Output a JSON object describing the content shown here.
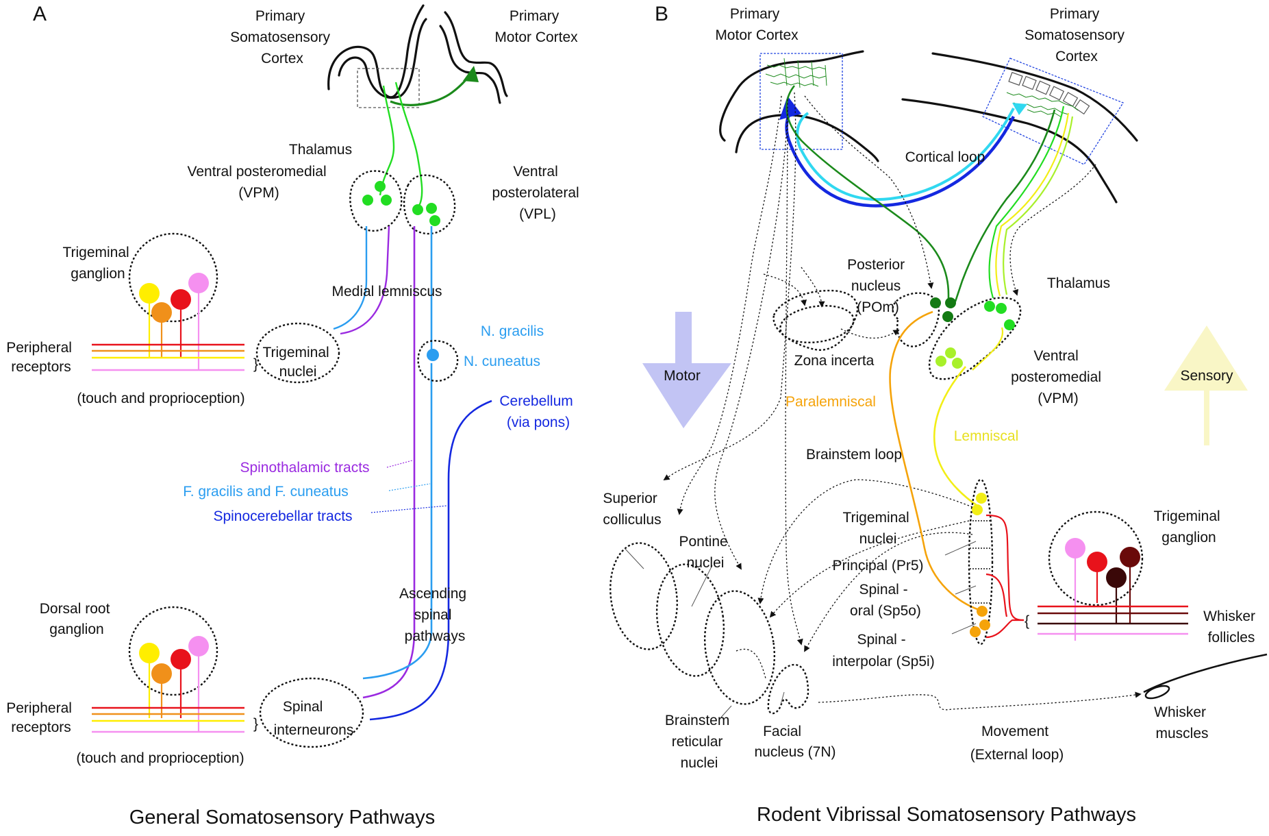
{
  "panel_a": {
    "letter": "A",
    "caption": "General Somatosensory Pathways",
    "primary_somatosensory_cortex": [
      "Primary",
      "Somatosensory",
      "Cortex"
    ],
    "primary_motor_cortex": [
      "Primary",
      "Motor Cortex"
    ],
    "thalamus": "Thalamus",
    "vpm": [
      "Ventral posteromedial",
      "(VPM)"
    ],
    "vpl": [
      "Ventral",
      "posterolateral",
      "(VPL)"
    ],
    "trigeminal_ganglion": [
      "Trigeminal",
      "ganglion"
    ],
    "medial_lemniscus": "Medial lemniscus",
    "peripheral_receptors_1": [
      "Peripheral",
      "receptors"
    ],
    "trigeminal_nuclei": [
      "Trigeminal",
      "nuclei"
    ],
    "n_gracilis": "N. gracilis",
    "n_cuneatus": "N. cuneatus",
    "touch_1": "(touch and proprioception)",
    "cerebellum": [
      "Cerebellum",
      "(via pons)"
    ],
    "spinothalamic": "Spinothalamic tracts",
    "f_gracilis": "F. gracilis and F. cuneatus",
    "spinocerebellar": "Spinocerebellar tracts",
    "ascending": [
      "Ascending",
      "spinal",
      "pathways"
    ],
    "dorsal_root_ganglion": [
      "Dorsal root",
      "ganglion"
    ],
    "peripheral_receptors_2": [
      "Peripheral",
      "receptors"
    ],
    "spinal_interneurons": [
      "Spinal",
      "interneurons"
    ],
    "touch_2": "(touch and proprioception)"
  },
  "panel_b": {
    "letter": "B",
    "caption": "Rodent Vibrissal Somatosensory Pathways",
    "primary_motor_cortex": [
      "Primary",
      "Motor Cortex"
    ],
    "primary_somatosensory_cortex": [
      "Primary",
      "Somatosensory",
      "Cortex"
    ],
    "cortical_loop": "Cortical loop",
    "posterior_nucleus": [
      "Posterior",
      "nucleus",
      "(POm)"
    ],
    "thalamus": "Thalamus",
    "motor": "Motor",
    "sensory": "Sensory",
    "zona_incerta": "Zona incerta",
    "vpm": [
      "Ventral",
      "posteromedial",
      "(VPM)"
    ],
    "paralemniscal": "Paralemniscal",
    "lemniscal": "Lemniscal",
    "brainstem_loop": "Brainstem loop",
    "superior_colliculus": [
      "Superior",
      "colliculus"
    ],
    "trigeminal_nuclei": [
      "Trigeminal",
      "nuclei"
    ],
    "principal": "Principal (Pr5)",
    "spinal_oral": [
      "Spinal -",
      "oral (Sp5o)"
    ],
    "spinal_interpolar": [
      "Spinal -",
      "interpolar (Sp5i)"
    ],
    "pontine_nuclei": [
      "Pontine",
      "nuclei"
    ],
    "trigeminal_ganglion": [
      "Trigeminal",
      "ganglion"
    ],
    "whisker_follicles": [
      "Whisker",
      "follicles"
    ],
    "brainstem_reticular": [
      "Brainstem",
      "reticular",
      "nuclei"
    ],
    "facial_nucleus": [
      "Facial",
      "nucleus (7N)"
    ],
    "movement": [
      "Movement",
      "(External loop)"
    ],
    "whisker_muscles": [
      "Whisker",
      "muscles"
    ]
  },
  "colors": {
    "yellow": "#ffee00",
    "orange": "#f0901a",
    "red": "#e8121b",
    "pink": "#f590f0",
    "green": "#22dd22",
    "dark_green": "#137a13",
    "light_blue": "#2a9df0",
    "purple": "#9a2ae0",
    "blue": "#1428e0",
    "cyan": "#30d8f0",
    "lime": "#a8f02a",
    "paralemniscal_orange": "#f5a30a",
    "lemniscal_yellow": "#f2ee16",
    "dark_red": "#6a0a0a",
    "maroon": "#3a0808"
  }
}
